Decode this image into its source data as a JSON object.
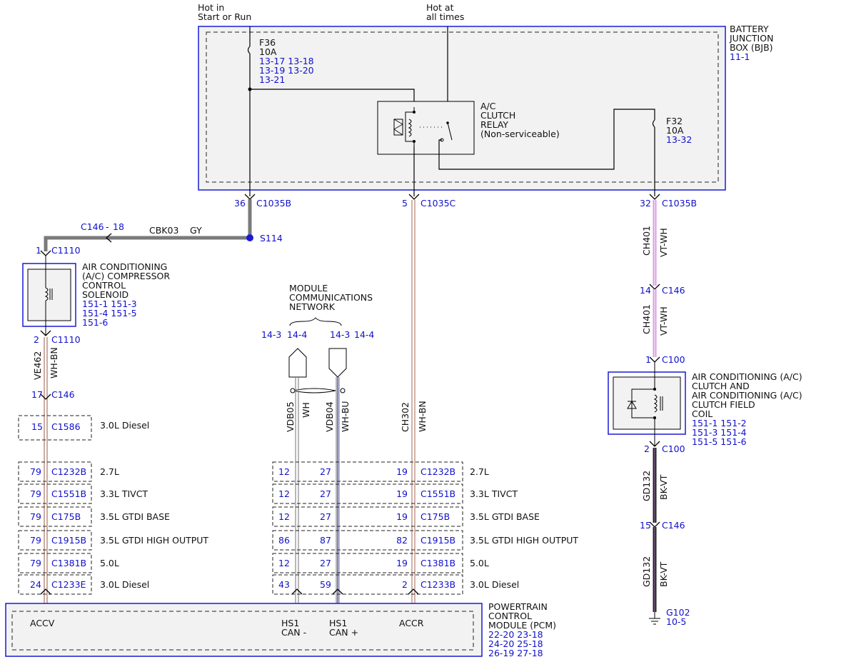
{
  "top_labels": {
    "hot_in": [
      "Hot in",
      "Start or Run"
    ],
    "hot_at": [
      "Hot at",
      "all times"
    ]
  },
  "bjb": {
    "title": [
      "BATTERY",
      "JUNCTION",
      "BOX (BJB)"
    ],
    "ref": "11-1",
    "f36": {
      "name": "F36",
      "rating": "10A",
      "refs": [
        "13-17 13-18",
        "13-19 13-20",
        "13-21"
      ]
    },
    "f32": {
      "name": "F32",
      "rating": "10A",
      "refs": [
        "13-32"
      ]
    },
    "relay": [
      "A/C",
      "CLUTCH",
      "RELAY",
      "(Non-serviceable)"
    ]
  },
  "connectors": {
    "c1035b_36": {
      "pin": "36",
      "name": "C1035B"
    },
    "c1035c_5": {
      "pin": "5",
      "name": "C1035C"
    },
    "c1035b_32": {
      "pin": "32",
      "name": "C1035B"
    },
    "c146_18": {
      "pin": "C146",
      "sep": "-",
      "num": "18"
    },
    "s114": "S114",
    "c1110_1": {
      "pin": "1",
      "name": "C1110"
    },
    "c1110_2": {
      "pin": "2",
      "name": "C1110"
    },
    "c146_17": {
      "pin": "17",
      "name": "C146"
    },
    "c1586_15": {
      "pin": "15",
      "name": "C1586",
      "note": "3.0L Diesel"
    },
    "c146_14": {
      "pin": "14",
      "name": "C146"
    },
    "c100_1": {
      "pin": "1",
      "name": "C100"
    },
    "c100_2": {
      "pin": "2",
      "name": "C100"
    },
    "c146_15": {
      "pin": "15",
      "name": "C146"
    },
    "g102": {
      "name": "G102",
      "ref": "10-5"
    }
  },
  "wires": {
    "cbk03": {
      "circuit": "CBK03",
      "color": "GY"
    },
    "ve462": {
      "circuit": "VE462",
      "color": "WH-BN"
    },
    "ch401_a": {
      "circuit": "CH401",
      "color": "VT-WH"
    },
    "ch401_b": {
      "circuit": "CH401",
      "color": "VT-WH"
    },
    "gd132_a": {
      "circuit": "GD132",
      "color": "BK-VT"
    },
    "gd132_b": {
      "circuit": "GD132",
      "color": "BK-VT"
    },
    "vdb05": {
      "circuit": "VDB05",
      "color": "WH"
    },
    "vdb04": {
      "circuit": "VDB04",
      "color": "WH-BU"
    },
    "ch302": {
      "circuit": "CH302",
      "color": "WH-BN"
    }
  },
  "compressor_solenoid": {
    "title": [
      "AIR CONDITIONING",
      "(A/C) COMPRESSOR",
      "CONTROL",
      "SOLENOID"
    ],
    "refs": [
      "151-1 151-3",
      "151-4 151-5",
      "151-6"
    ]
  },
  "clutch_coil": {
    "title": [
      "AIR CONDITIONING (A/C)",
      "CLUTCH AND",
      "AIR CONDITIONING (A/C)",
      "CLUTCH FIELD",
      "COIL"
    ],
    "refs": [
      "151-1 151-2",
      "151-3 151-4",
      "151-5 151-6"
    ]
  },
  "network": {
    "title": [
      "MODULE",
      "COMMUNICATIONS",
      "NETWORK"
    ],
    "left_refs": [
      "14-3",
      "14-4"
    ],
    "right_refs": [
      "14-3",
      "14-4"
    ]
  },
  "pcm_connectors": [
    {
      "left": "79",
      "left_name": "C1232B",
      "a": "12",
      "b": "27",
      "c": "19",
      "c_name": "C1232B",
      "engine": "2.7L"
    },
    {
      "left": "79",
      "left_name": "C1551B",
      "a": "12",
      "b": "27",
      "c": "19",
      "c_name": "C1551B",
      "engine": "3.3L TIVCT"
    },
    {
      "left": "79",
      "left_name": "C175B",
      "a": "12",
      "b": "27",
      "c": "19",
      "c_name": "C175B",
      "engine": "3.5L GTDI BASE"
    },
    {
      "left": "79",
      "left_name": "C1915B",
      "a": "86",
      "b": "87",
      "c": "82",
      "c_name": "C1915B",
      "engine": "3.5L GTDI HIGH OUTPUT"
    },
    {
      "left": "79",
      "left_name": "C1381B",
      "a": "12",
      "b": "27",
      "c": "19",
      "c_name": "C1381B",
      "engine": "5.0L"
    },
    {
      "left": "24",
      "left_name": "C1233E",
      "a": "43",
      "b": "59",
      "c": "2",
      "c_name": "C1233B",
      "engine": "3.0L Diesel"
    }
  ],
  "pcm": {
    "title": [
      "POWERTRAIN",
      "CONTROL",
      "MODULE (PCM)"
    ],
    "refs": [
      "22-20 23-18",
      "24-20 25-18",
      "26-19 27-18"
    ],
    "pins": {
      "accv": "ACCV",
      "hs1_minus": [
        "HS1",
        "CAN -"
      ],
      "hs1_plus": [
        "HS1",
        "CAN +"
      ],
      "accr": "ACCR"
    }
  },
  "colors": {
    "ref_blue": "#1010cc",
    "box_border": "#1a1ad6",
    "gray_wire": "#7a7a7a",
    "violet": "#d99be0",
    "black": "#222222",
    "brown": "#b08070"
  }
}
